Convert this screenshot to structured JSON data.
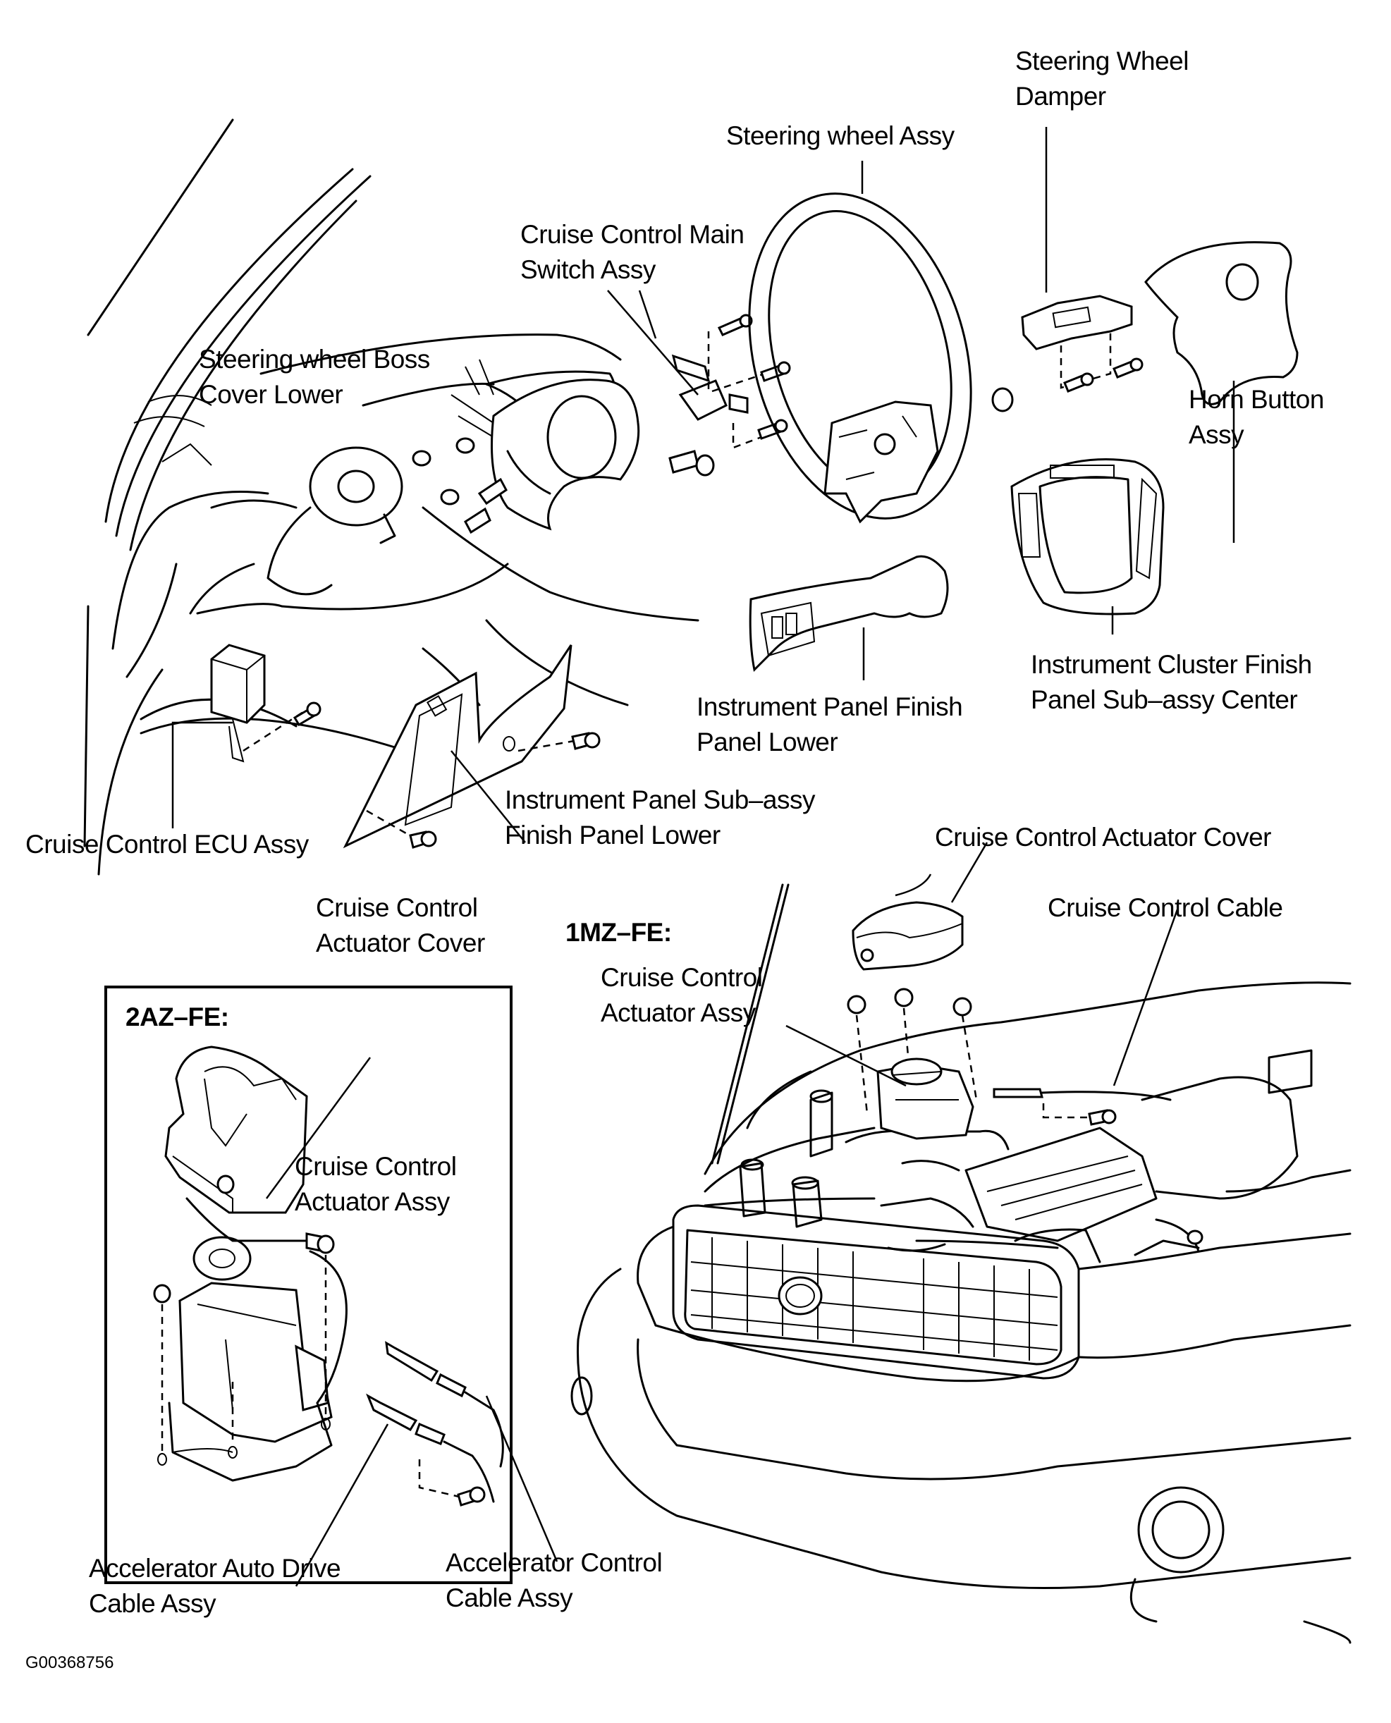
{
  "figure_id": "G00368756",
  "engine_variants": {
    "left_box": "2AZ–FE:",
    "right": "1MZ–FE:"
  },
  "labels": {
    "steering_wheel_damper": [
      "Steering Wheel",
      "Damper"
    ],
    "steering_wheel_assy": [
      "Steering wheel Assy"
    ],
    "cruise_main_switch": [
      "Cruise Control Main",
      "Switch Assy"
    ],
    "boss_cover_lower": [
      "Steering wheel Boss",
      "Cover Lower"
    ],
    "horn_button": [
      "Horn Button",
      "Assy"
    ],
    "cluster_finish_panel": [
      "Instrument Cluster Finish",
      "Panel Sub–assy Center"
    ],
    "ip_finish_panel_lower": [
      "Instrument Panel Finish",
      "Panel Lower"
    ],
    "ip_subassy_finish_lower": [
      "Instrument Panel Sub–assy",
      "Finish Panel Lower"
    ],
    "cruise_ecu": [
      "Cruise Control ECU Assy"
    ],
    "actuator_cover_1mz": [
      "Cruise Control Actuator Cover"
    ],
    "cruise_cable": [
      "Cruise Control Cable"
    ],
    "actuator_cover_2az": [
      "Cruise Control",
      "Actuator Cover"
    ],
    "actuator_assy_1mz": [
      "Cruise Control",
      "Actuator Assy"
    ],
    "actuator_assy_2az": [
      "Cruise Control",
      "Actuator Assy"
    ],
    "auto_drive_cable": [
      "Accelerator Auto Drive",
      "Cable Assy"
    ],
    "accel_control_cable": [
      "Accelerator Control",
      "Cable Assy"
    ]
  }
}
